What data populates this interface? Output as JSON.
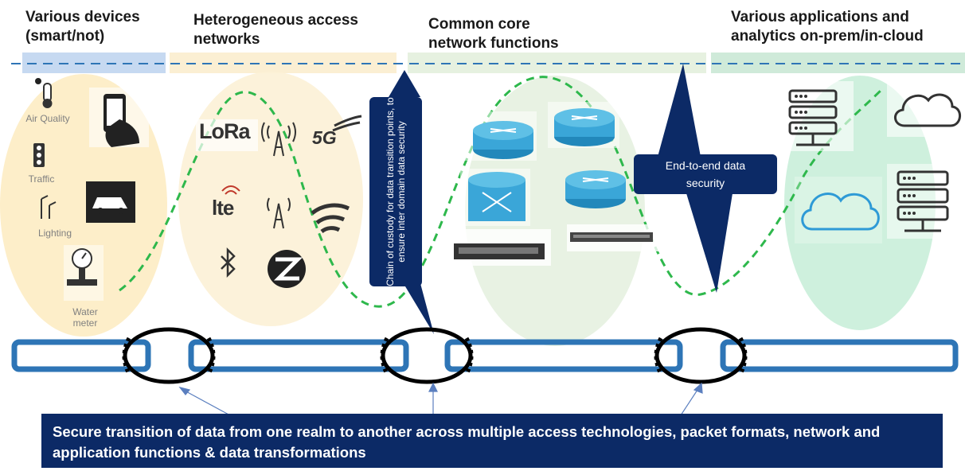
{
  "columns": [
    {
      "title": "Various devices\n(smart/not)",
      "band_color": "#c6d9f1"
    },
    {
      "title": "Heterogeneous access\nnetworks",
      "band_color": "#fbefd3"
    },
    {
      "title": "Common core\nnetwork functions",
      "band_color": "#e6f1e0"
    },
    {
      "title": "Various applications and\nanalytics on-prem/in-cloud",
      "band_color": "#cfead9"
    }
  ],
  "devices": {
    "air_quality": "Air Quality",
    "traffic": "Traffic",
    "lighting": "Lighting",
    "water_meter": "Water\nmeter"
  },
  "access_logos": {
    "lora": "LoRa",
    "fiveg": "5G",
    "lte": "lte"
  },
  "callouts": {
    "chain_of_custody": "Chain of custody for data transition points, to ensure inter domain data security",
    "end_to_end": "End-to-end data\nsecurity"
  },
  "banner": {
    "text": "Secure transition of data from one realm to another across multiple access technologies, packet formats, network  and application functions & data transformations"
  },
  "colors": {
    "navy": "#0c2a66",
    "chain_blue": "#2e75b6",
    "dash_green": "#2eb84c",
    "dash_blue": "#2e75b6",
    "router_blue": "#3aa6d8"
  }
}
